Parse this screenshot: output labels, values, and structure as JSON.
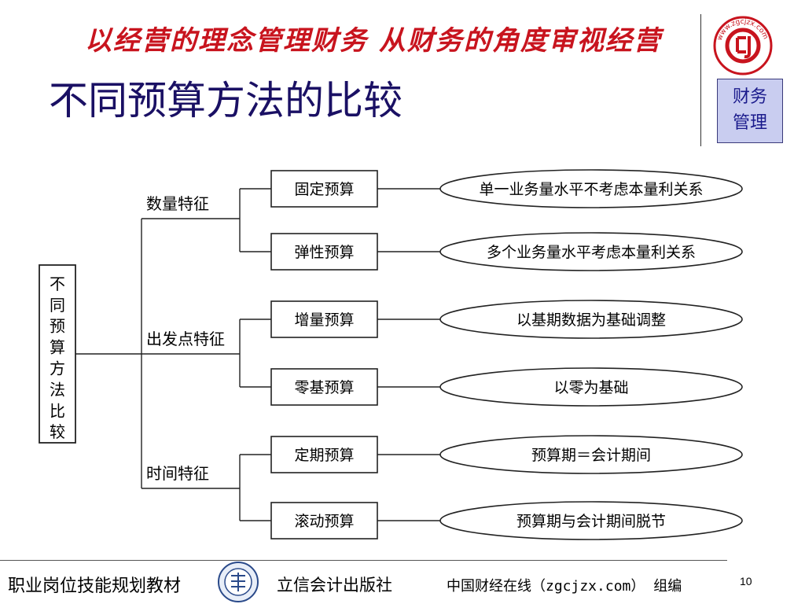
{
  "header": {
    "slogan": "以经营的理念管理财务 从财务的角度审视经营",
    "title": "不同预算方法的比较",
    "tag_line1": "财务",
    "tag_line2": "管理",
    "logo_text": "www.zgcjzx.com"
  },
  "diagram": {
    "root_label": "不同预算方法比较",
    "groups": [
      {
        "label": "数量特征",
        "methods": [
          {
            "name": "固定预算",
            "description": "单一业务量水平不考虑本量利关系"
          },
          {
            "name": "弹性预算",
            "description": "多个业务量水平考虑本量利关系"
          }
        ]
      },
      {
        "label": "出发点特征",
        "methods": [
          {
            "name": "增量预算",
            "description": "以基期数据为基础调整"
          },
          {
            "name": "零基预算",
            "description": "以零为基础"
          }
        ]
      },
      {
        "label": "时间特征",
        "methods": [
          {
            "name": "定期预算",
            "description": "预算期＝会计期间"
          },
          {
            "name": "滚动预算",
            "description": "预算期与会计期间脱节"
          }
        ]
      }
    ]
  },
  "footer": {
    "textbook": "职业岗位技能规划教材",
    "publisher": "立信会计出版社",
    "site": "中国财经在线（zgcjzx.com） 组编",
    "page_number": "10"
  },
  "colors": {
    "slogan": "#c8141e",
    "title": "#1a1064",
    "tag_bg": "#c9cdf0"
  }
}
